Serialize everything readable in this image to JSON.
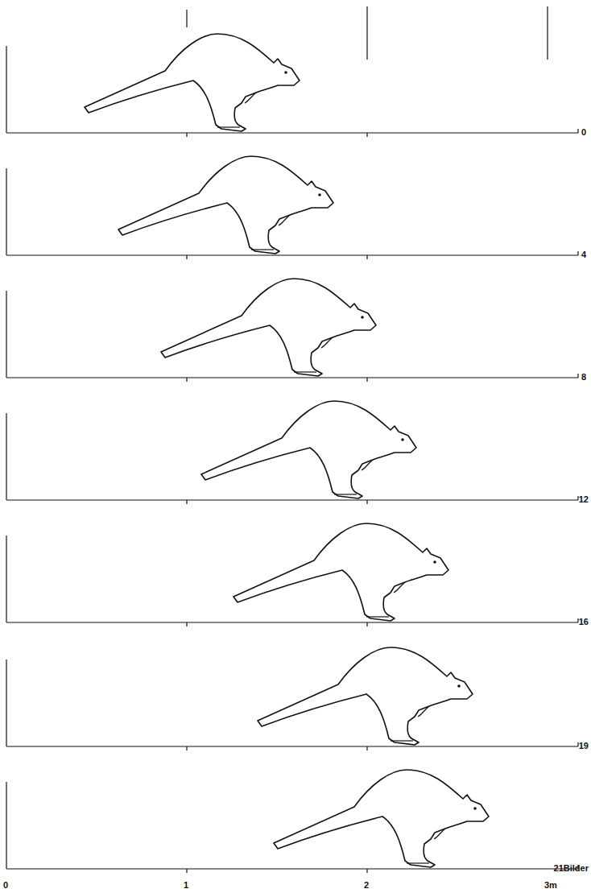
{
  "diagram": {
    "labels": [
      "0",
      "4",
      "8",
      "12",
      "16",
      "19",
      "21Bilder",
      "0",
      "1",
      "2",
      "3m"
    ]
  }
}
